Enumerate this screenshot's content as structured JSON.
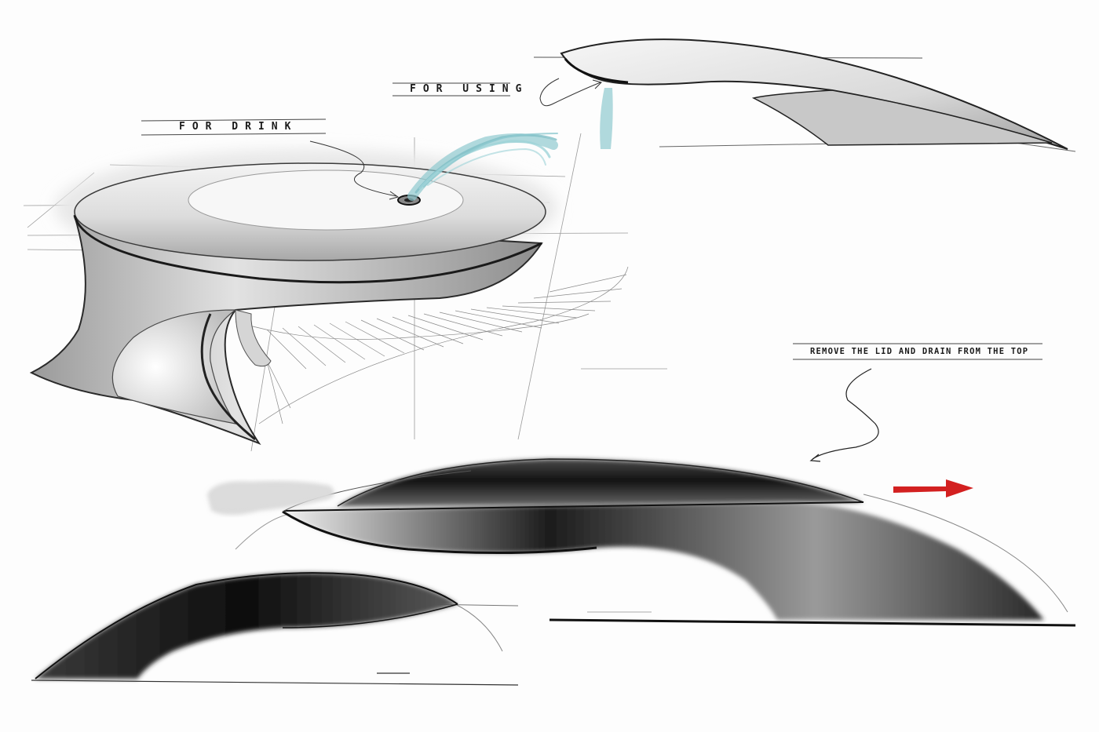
{
  "annotations": {
    "for_drink": "FOR DRINK",
    "for_using": "FOR USING",
    "remove_lid": "REMOVE THE LID AND DRAIN FROM THE TOP"
  },
  "colors": {
    "paper": "#fdfdfd",
    "ink": "#1a1a1a",
    "water": "#8fc9cf",
    "arrow_red": "#d32020"
  }
}
